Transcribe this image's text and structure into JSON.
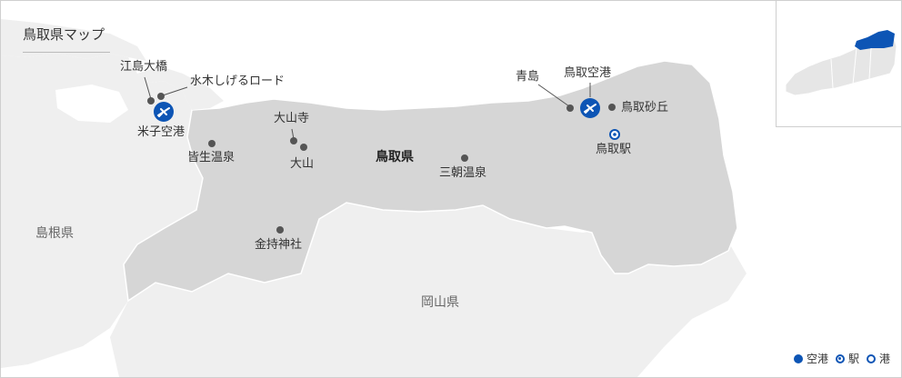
{
  "map_title": "鳥取県マップ",
  "regions": {
    "tottori": "鳥取県",
    "shimane": "島根県",
    "okayama": "岡山県"
  },
  "places": {
    "eshima_ohashi": "江島大橋",
    "mizuki_road": "水木しげるロード",
    "yonago_airport": "米子空港",
    "kaike_onsen": "皆生温泉",
    "daisenji": "大山寺",
    "daisen": "大山",
    "misasa_onsen": "三朝温泉",
    "kanamochi_shrine": "金持神社",
    "aoya": "青島",
    "tottori_airport": "鳥取空港",
    "tottori_dunes": "鳥取砂丘",
    "tottori_station": "鳥取駅"
  },
  "legend": {
    "airport": "空港",
    "station": "駅",
    "port": "港"
  },
  "colors": {
    "tottori_fill": "#d6d6d6",
    "neighbor_fill": "#efefef",
    "sea": "#ffffff",
    "accent": "#0d55b5",
    "point": "#555555"
  }
}
